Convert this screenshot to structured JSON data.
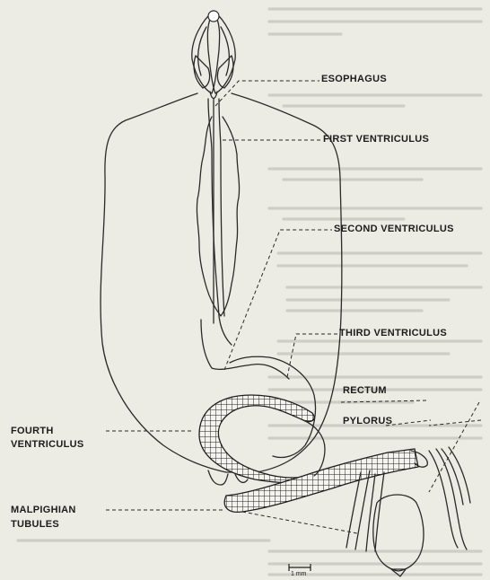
{
  "labels": {
    "esophagus": "ESOPHAGUS",
    "first_ventriculus": "FIRST VENTRICULUS",
    "second_ventriculus": "SECOND VENTRICULUS",
    "third_ventriculus": "THIRD VENTRICULUS",
    "rectum": "RECTUM",
    "pylorus": "PYLORUS",
    "fourth_ventriculus_line1": "FOURTH",
    "fourth_ventriculus_line2": "VENTRICULUS",
    "malpighian_line1": "MALPIGHIAN",
    "malpighian_line2": "TUBULES"
  },
  "scale_bar": {
    "label": "1 mm"
  }
}
